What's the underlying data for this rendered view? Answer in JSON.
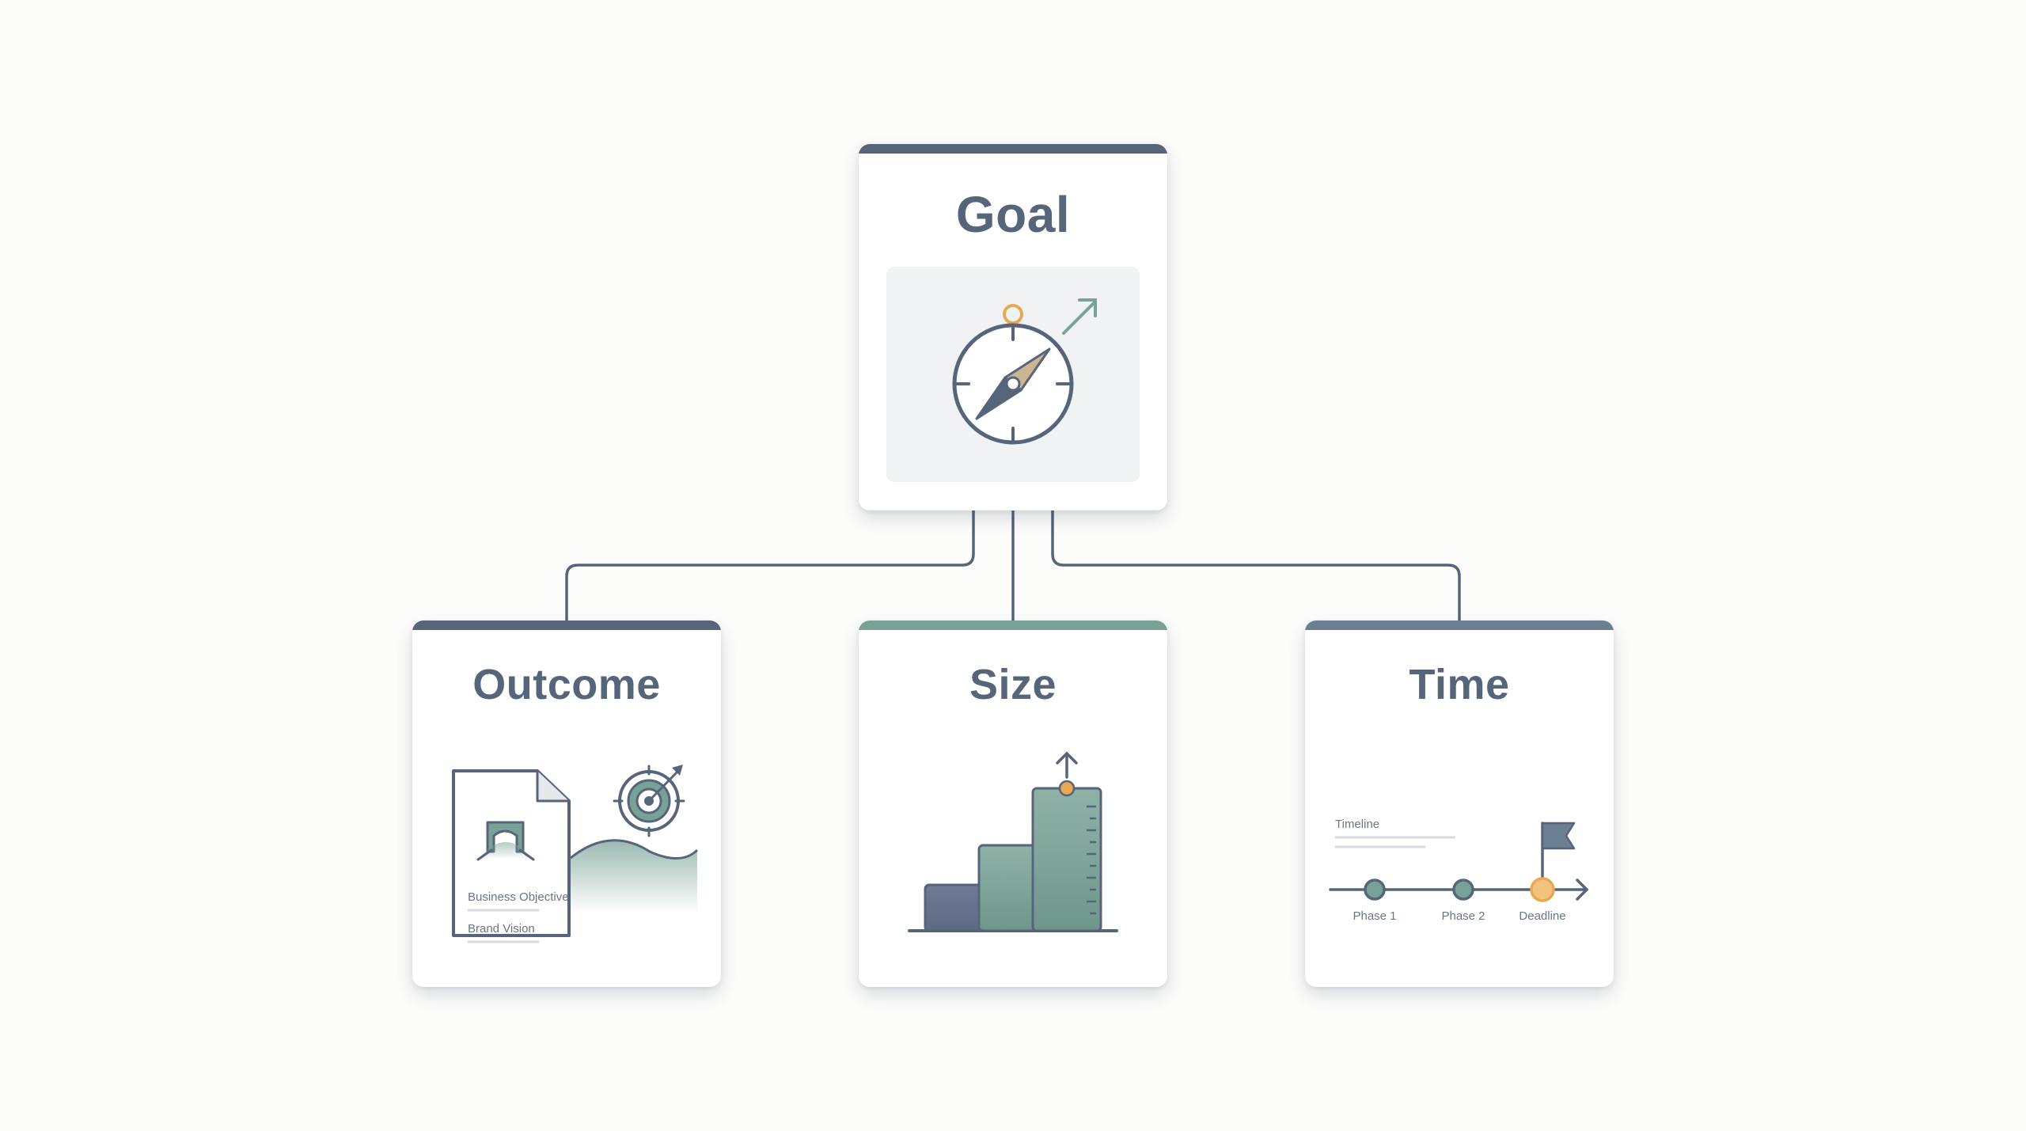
{
  "goal": {
    "title": "Goal",
    "icon": "compass-icon"
  },
  "outcome": {
    "title": "Outcome",
    "doc_line_1": "Business Objective",
    "doc_line_2": "Brand Vision",
    "icons": [
      "document-icon",
      "target-icon"
    ]
  },
  "size": {
    "title": "Size",
    "icon": "bar-growth-icon"
  },
  "time": {
    "title": "Time",
    "timeline_label": "Timeline",
    "milestones": [
      "Phase 1",
      "Phase 2",
      "Deadline"
    ],
    "icon": "flag-icon"
  },
  "colors": {
    "slate": "#56657a",
    "teal": "#79a296",
    "orange": "#e8a952",
    "light_bg": "#f1f2f4"
  }
}
